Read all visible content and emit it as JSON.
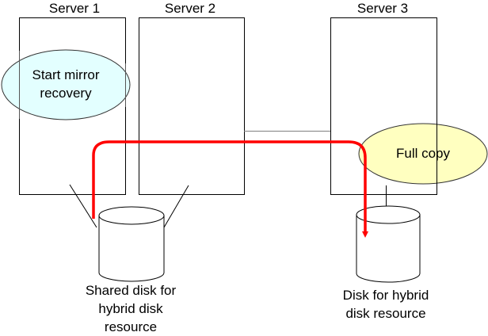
{
  "servers": [
    {
      "name": "Server 1"
    },
    {
      "name": "Server 2"
    },
    {
      "name": "Server 3"
    }
  ],
  "callouts": {
    "start_recovery": {
      "line1": "Start mirror",
      "line2": "recovery",
      "fill": "#E0FFFF"
    },
    "full_copy": {
      "text": "Full copy",
      "fill": "#FFFFC0"
    }
  },
  "disks": {
    "shared": {
      "line1": "Shared disk for",
      "line2": "hybrid disk",
      "line3": "resource"
    },
    "local": {
      "line1": "Disk for hybrid",
      "line2": "disk resource"
    }
  },
  "colors": {
    "flow_arrow": "#FF0000",
    "outline": "#000000",
    "network_line": "#808080"
  }
}
